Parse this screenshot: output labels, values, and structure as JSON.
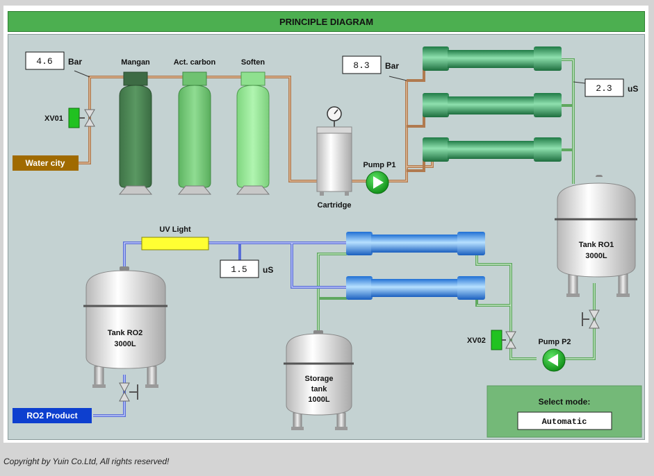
{
  "header": {
    "title": "PRINCIPLE DIAGRAM"
  },
  "copyright": "Copyright by Yuin Co.Ltd, All rights reserved!",
  "readouts": {
    "inlet_pressure": {
      "value": "4.6",
      "unit": "Bar"
    },
    "ro_pressure": {
      "value": "8.3",
      "unit": "Bar"
    },
    "ro1_conductivity": {
      "value": "2.3",
      "unit": "uS"
    },
    "ro2_conductivity": {
      "value": "1.5",
      "unit": "uS"
    }
  },
  "filters": {
    "mangan": "Mangan",
    "carbon": "Act. carbon",
    "soften": "Soften"
  },
  "labels": {
    "water_city": "Water city",
    "xv01": "XV01",
    "xv02": "XV02",
    "cartridge": "Cartridge",
    "pump_p1": "Pump P1",
    "pump_p2": "Pump P2",
    "uv_light": "UV Light",
    "ro2_product": "RO2 Product"
  },
  "tanks": {
    "ro1": {
      "line1": "Tank RO1",
      "line2": "3000L"
    },
    "ro2": {
      "line1": "Tank RO2",
      "line2": "3000L"
    },
    "storage": {
      "line1": "Storage",
      "line2": "tank",
      "line3": "1000L"
    }
  },
  "mode": {
    "label": "Select mode:",
    "value": "Automatic"
  },
  "colors": {
    "header": "#4caf50",
    "mangan": "#4e8a55",
    "carbon": "#7ccf7f",
    "soften": "#98ec98",
    "ro1_membrane": "#2e9e5e",
    "ro2_membrane": "#3a8fe6",
    "uv": "#ffff33",
    "water_city": "#a06a00",
    "ro2_product": "#0d3fcf",
    "pump": "#16b01e",
    "mode_panel": "#74b978"
  }
}
